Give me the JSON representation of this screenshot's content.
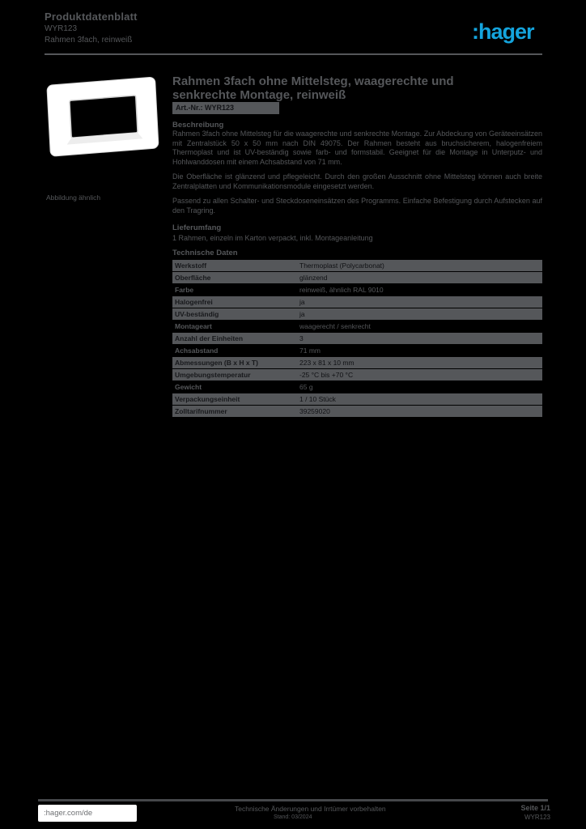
{
  "colors": {
    "background": "#000000",
    "text_gray": "#55575a",
    "hager_blue": "#14a4dd",
    "row_shade": "#55575a",
    "white": "#ffffff"
  },
  "header": {
    "line1": "Produktdatenblatt",
    "line2": "WYR123",
    "line3": "Rahmen 3fach, reinweiß",
    "logo_text": ":hager"
  },
  "product": {
    "image_caption": "Abbildung ähnlich",
    "title": "Rahmen 3fach ohne Mittelsteg, waagerechte und senkrechte Montage, reinweiß",
    "subtitle": "Art.-Nr.: WYR123"
  },
  "description": {
    "label": "Beschreibung",
    "paragraphs": [
      "Rahmen 3fach ohne Mittelsteg für die waagerechte und senkrechte Montage. Zur Abdeckung von Geräteeinsätzen mit Zentralstück 50 x 50 mm nach DIN 49075. Der Rahmen besteht aus bruchsicherem, halogenfreiem Thermoplast und ist UV-beständig sowie farb- und formstabil. Geeignet für die Montage in Unterputz- und Hohlwanddosen mit einem Achsabstand von 71 mm.",
      "Die Oberfläche ist glänzend und pflegeleicht. Durch den großen Ausschnitt ohne Mittelsteg können auch breite Zentralplatten und Kommunikationsmodule eingesetzt werden.",
      "Passend zu allen Schalter- und Steckdoseneinsätzen des Programms. Einfache Befestigung durch Aufstecken auf den Tragring."
    ]
  },
  "delivery": {
    "label": "Lieferumfang",
    "value": "1 Rahmen, einzeln im Karton verpackt, inkl. Montageanleitung"
  },
  "table": {
    "label": "Technische Daten",
    "rows": [
      {
        "k": "Werkstoff",
        "v": "Thermoplast (Polycarbonat)",
        "shade": "g"
      },
      {
        "k": "Oberfläche",
        "v": "glänzend",
        "shade": "g"
      },
      {
        "k": "Farbe",
        "v": "reinweiß, ähnlich RAL 9010",
        "shade": "b"
      },
      {
        "k": "Halogenfrei",
        "v": "ja",
        "shade": "g"
      },
      {
        "k": "UV-beständig",
        "v": "ja",
        "shade": "g"
      },
      {
        "k": "Montageart",
        "v": "waagerecht / senkrecht",
        "shade": "b"
      },
      {
        "k": "Anzahl der Einheiten",
        "v": "3",
        "shade": "g"
      },
      {
        "k": "Achsabstand",
        "v": "71 mm",
        "shade": "b"
      },
      {
        "k": "Abmessungen (B x H x T)",
        "v": "223 x 81 x 10 mm",
        "shade": "g"
      },
      {
        "k": "Umgebungstemperatur",
        "v": "-25 °C bis +70 °C",
        "shade": "g"
      },
      {
        "k": "Gewicht",
        "v": "65 g",
        "shade": "b"
      },
      {
        "k": "Verpackungseinheit",
        "v": "1 / 10 Stück",
        "shade": "g"
      },
      {
        "k": "Zolltarifnummer",
        "v": "39259020",
        "shade": "g"
      }
    ]
  },
  "footer": {
    "site": ":hager.com/de",
    "center_line1": "Technische Änderungen und Irrtümer vorbehalten",
    "center_line2": "Stand: 03/2024",
    "page": "Seite 1/1",
    "reference": "WYR123"
  }
}
